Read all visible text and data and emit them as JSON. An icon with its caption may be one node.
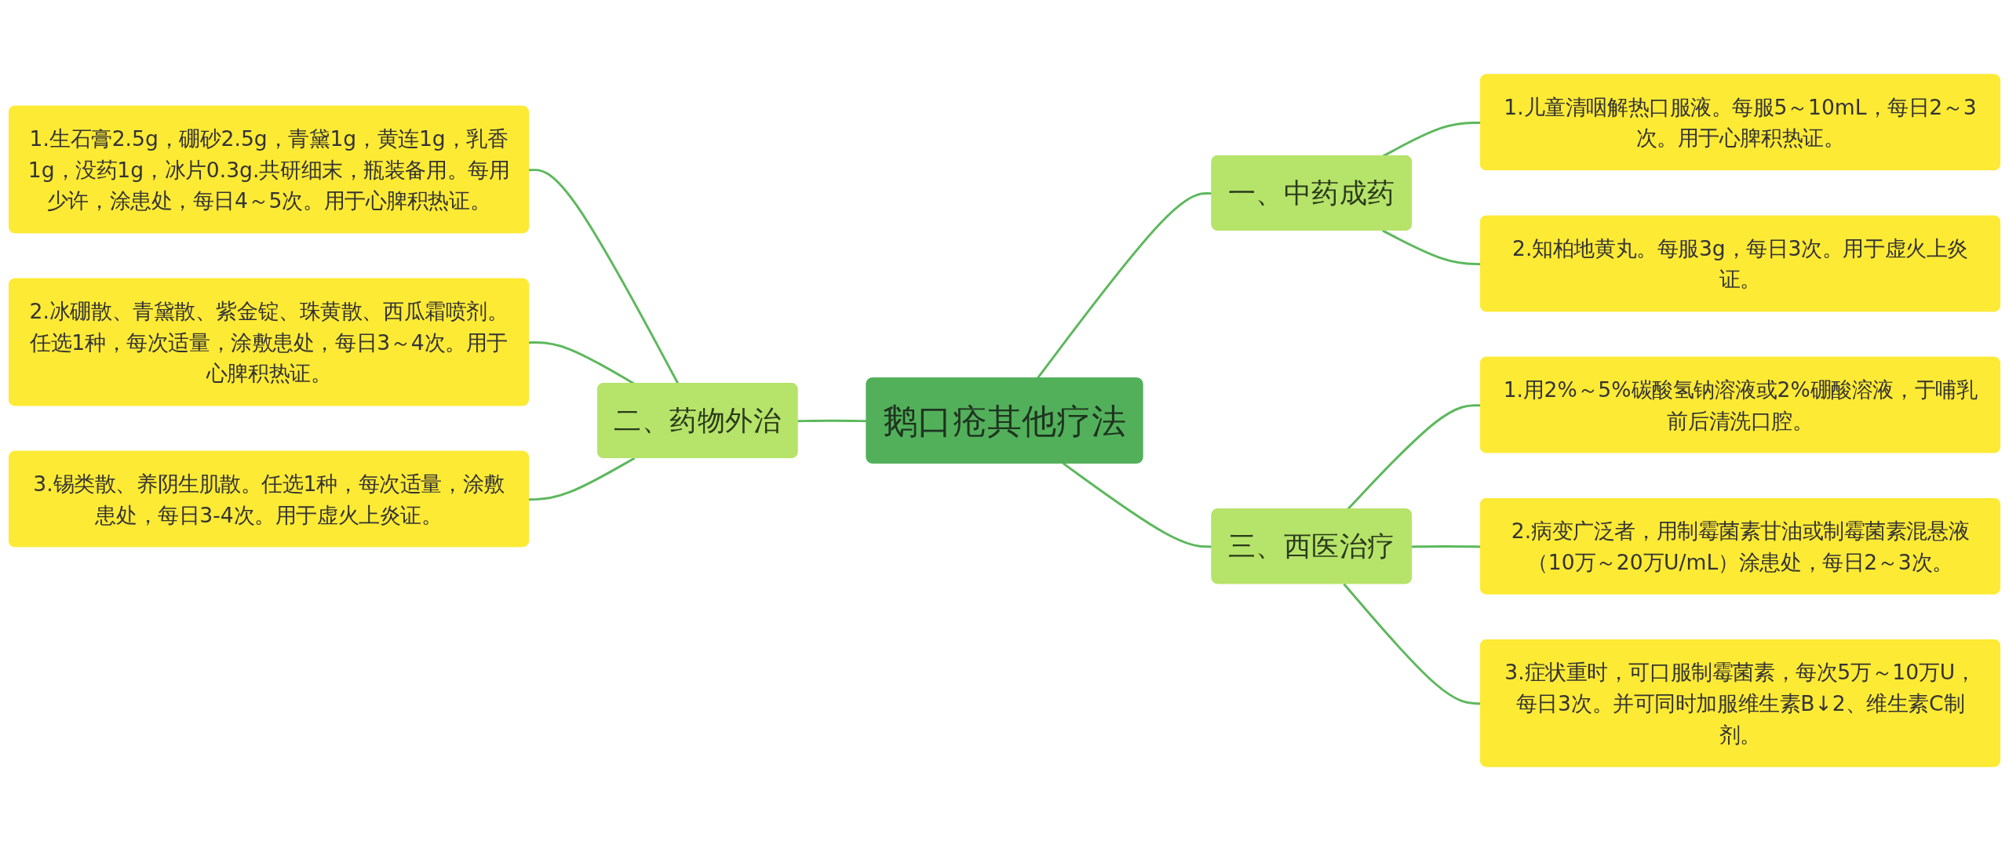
{
  "diagram": {
    "nodes": [
      {
        "text": [
          "鹅口疮其他疗法"
        ]
      },
      {
        "text": [
          "一、中药成药"
        ]
      },
      {
        "text": [
          "1.儿童清咽解热口服液。每服5～10mL，每日2～3次。用于心脾积热证。"
        ]
      },
      {
        "text": [
          "2.知柏地黄丸。每服3g，每日3次。用于虚火上炎证。"
        ]
      },
      {
        "text": [
          "二、药物外治"
        ]
      },
      {
        "text": [
          "1.生石膏2.5g，硼砂2.5g，青黛1g，黄连1g，乳香1g，没药1g，冰片0.3g.共研细末，瓶装备用。每用少许，涂患处，每日4～5次。用于心脾积热证。"
        ]
      },
      {
        "text": [
          "2.冰硼散、青黛散、紫金锭、珠黄散、西瓜霜喷剂。任选1种，每次适量，涂敷患处，每日3～4次。用于心脾积热证。"
        ]
      },
      {
        "text": [
          "3.锡类散、养阴生肌散。任选1种，每次适量，涂敷患处，每日3-4次。用于虚火上炎证。"
        ]
      },
      {
        "text": [
          "三、西医治疗"
        ]
      },
      {
        "text": [
          "1.用2%～5%碳酸氢钠溶液或2%硼酸溶液，于哺乳前后清洗口腔。"
        ]
      },
      {
        "text": [
          "2.病变广泛者，用制霉菌素甘油或制霉菌素混悬液（10万～20万U/mL）涂患处，每日2～3次。"
        ]
      },
      {
        "text": [
          "3.症状重时，可口服制霉菌素，每次5万～10万U，每日3次。并可同时加服维生素B↓2、维生素C制剂。"
        ]
      }
    ],
    "edges": [
      {
        "from": 0,
        "to": 1,
        "arrow": "none"
      },
      {
        "from": 1,
        "to": 2,
        "arrow": "none"
      },
      {
        "from": 1,
        "to": 3,
        "arrow": "none"
      },
      {
        "from": 5,
        "to": 4,
        "arrow": "none"
      },
      {
        "from": 6,
        "to": 4,
        "arrow": "none"
      },
      {
        "from": 7,
        "to": 4,
        "arrow": "none"
      },
      {
        "from": 4,
        "to": 0,
        "arrow": "none"
      },
      {
        "from": 0,
        "to": 8,
        "arrow": "none"
      },
      {
        "from": 8,
        "to": 9,
        "arrow": "none"
      },
      {
        "from": 8,
        "to": 10,
        "arrow": "none"
      },
      {
        "from": 8,
        "to": 11,
        "arrow": "none"
      }
    ]
  }
}
